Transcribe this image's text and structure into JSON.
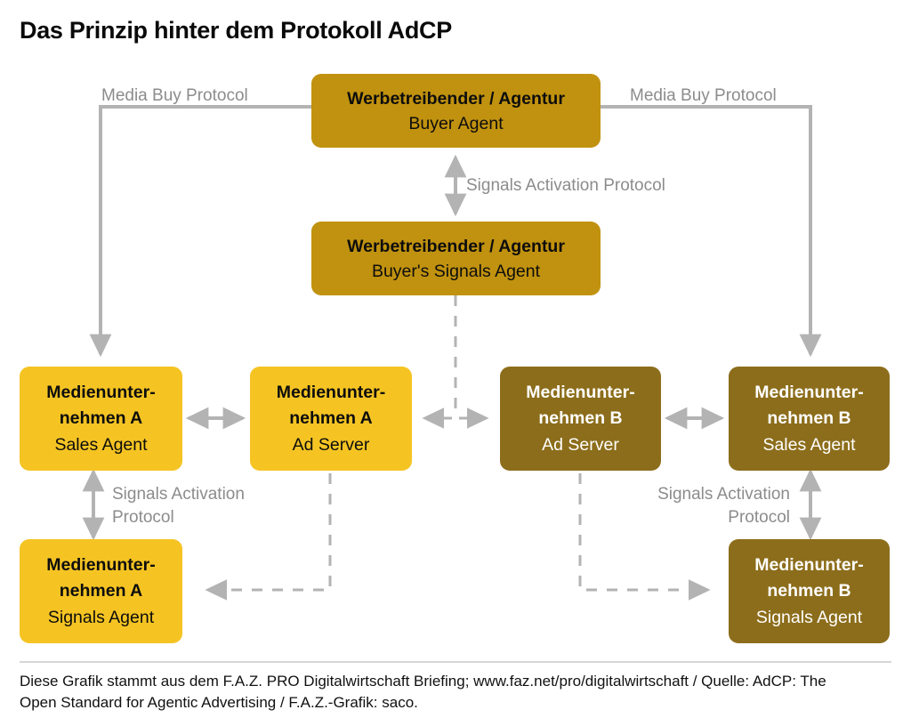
{
  "header": {
    "title": "Das Prinzip hinter dem Protokoll AdCP"
  },
  "colors": {
    "dark_gold": "#C1920F",
    "bright_yellow": "#F5C423",
    "olive_brown": "#8C6D1B",
    "connector_gray": "#B3B3B3",
    "label_gray": "#8C8C8C",
    "text_dark": "#0D0D0D",
    "text_light": "#FFFFFF",
    "background": "#FFFFFF"
  },
  "nodes": {
    "buyer_agent": {
      "title": "Werbetreibender / Agentur",
      "subtitle": "Buyer Agent"
    },
    "buyer_signals_agent": {
      "title": "Werbetreibender / Agentur",
      "subtitle": "Buyer's Signals Agent"
    },
    "media_a_sales": {
      "title_line1": "Medienunter-",
      "title_line2": "nehmen A",
      "subtitle": "Sales Agent"
    },
    "media_a_adserver": {
      "title_line1": "Medienunter-",
      "title_line2": "nehmen A",
      "subtitle": "Ad Server"
    },
    "media_b_adserver": {
      "title_line1": "Medienunter-",
      "title_line2": "nehmen B",
      "subtitle": "Ad Server"
    },
    "media_b_sales": {
      "title_line1": "Medienunter-",
      "title_line2": "nehmen B",
      "subtitle": "Sales Agent"
    },
    "media_a_signals": {
      "title_line1": "Medienunter-",
      "title_line2": "nehmen A",
      "subtitle": "Signals Agent"
    },
    "media_b_signals": {
      "title_line1": "Medienunter-",
      "title_line2": "nehmen B",
      "subtitle": "Signals Agent"
    }
  },
  "edge_labels": {
    "media_buy_left": "Media Buy Protocol",
    "media_buy_right": "Media Buy Protocol",
    "signals_top": "Signals Activation Protocol",
    "signals_left_line1": "Signals Activation",
    "signals_left_line2": "Protocol",
    "signals_right_line1": "Signals Activation",
    "signals_right_line2": "Protocol"
  },
  "caption": {
    "line1": "Diese Grafik stammt aus dem F.A.Z. PRO Digitalwirtschaft Briefing; www.faz.net/pro/digitalwirtschaft / Quelle: AdCP: The",
    "line2": "Open Standard for Agentic Advertising / F.A.Z.-Grafik: saco."
  }
}
